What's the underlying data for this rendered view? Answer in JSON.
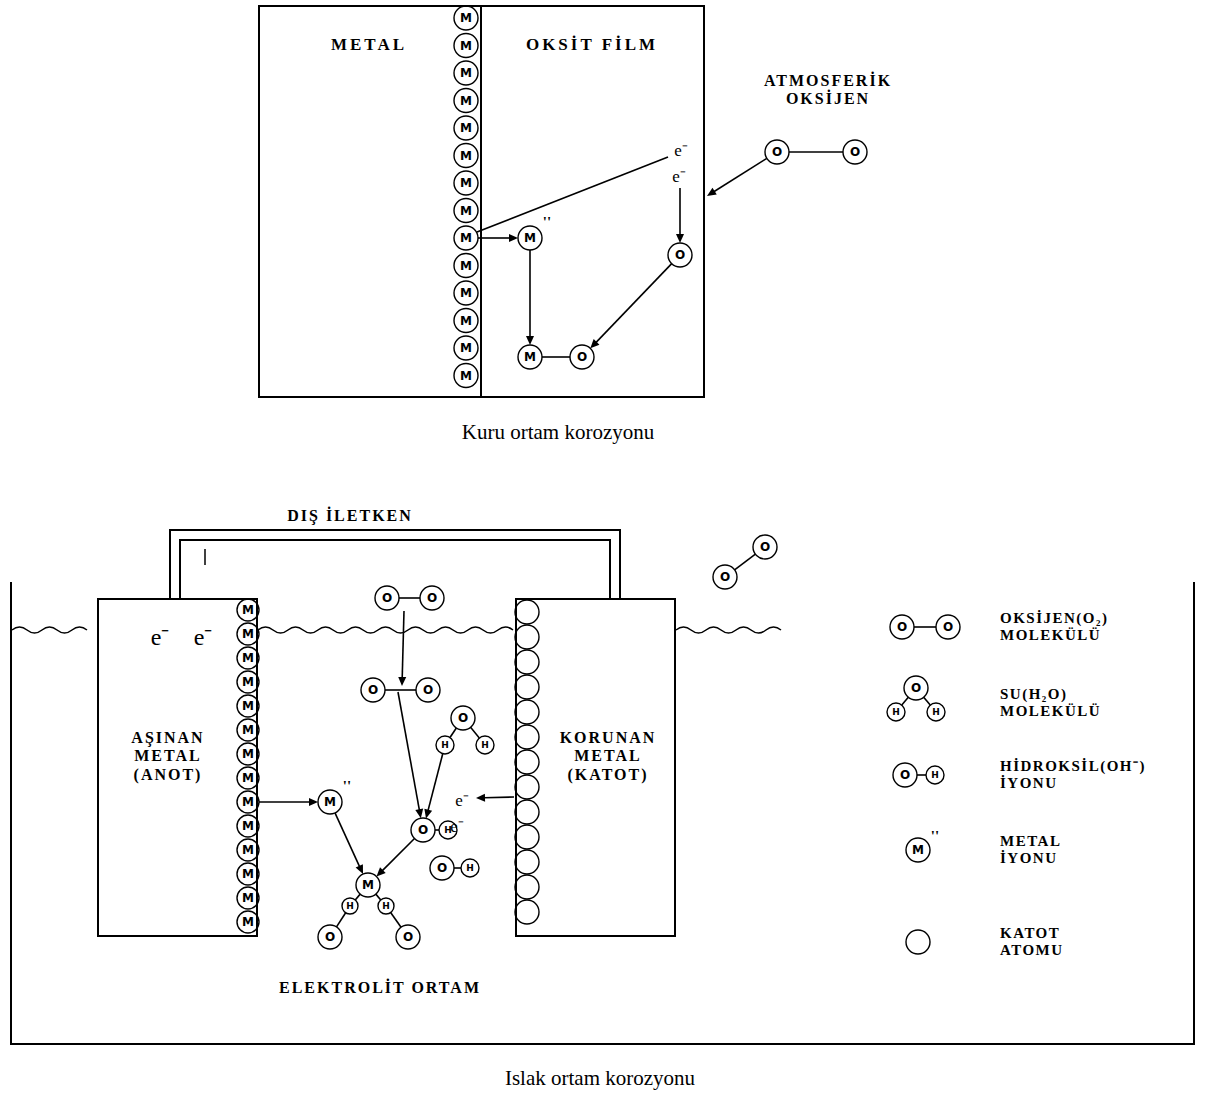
{
  "diagram": {
    "nodes": [
      {
        "text": [
          "METAL"
        ]
      },
      {
        "text": [
          "OKSİT FİLM"
        ]
      },
      {
        "text": [
          "ELEKTROLİT ORTAM"
        ]
      },
      {
        "text": [
          "AŞINAN METAL (ANOT)"
        ],
        "in": 2
      },
      {
        "text": [
          "KORUNAN METAL (KATOT)"
        ],
        "in": 2
      }
    ],
    "edges": [
      {
        "from": 3,
        "to": 4,
        "arrow": "none",
        "label": "DIŞ İLETKEN"
      }
    ],
    "labels": [
      "ATMOSFERİK OKSİJEN",
      "M",
      "M",
      "M",
      "M",
      "M",
      "M",
      "M",
      "M",
      "M",
      "M",
      "M",
      "M",
      "M",
      "M",
      "M",
      "''",
      "e⁻",
      "e⁻",
      "O",
      "M",
      "O",
      "O",
      "O",
      "Kuru ortam korozyonu",
      "e⁻",
      "e⁻",
      "M",
      "M",
      "M",
      "M",
      "M",
      "M",
      "M",
      "M",
      "M",
      "M",
      "M",
      "M",
      "M",
      "M",
      "O",
      "O",
      "O",
      "O",
      "O",
      "H",
      "H",
      "e⁻",
      "e⁻",
      "O",
      "H",
      "O",
      "H",
      "M",
      "''",
      "M",
      "H",
      "H",
      "O",
      "O",
      "O",
      "O",
      "O",
      "O",
      "O",
      "H",
      "H",
      "O",
      "H",
      "M",
      "''",
      "Islak ortam korozyonu"
    ],
    "legend": [
      {
        "text": "OKSİJEN(O₂) MOLEKÜLÜ"
      },
      {
        "text": "SU(H₂O) MOLEKÜLÜ"
      },
      {
        "text": "HİDROKSİL(OH⁻) İYONU"
      },
      {
        "text": "METAL İYONU"
      },
      {
        "text": "KATOT ATOMU"
      }
    ]
  }
}
